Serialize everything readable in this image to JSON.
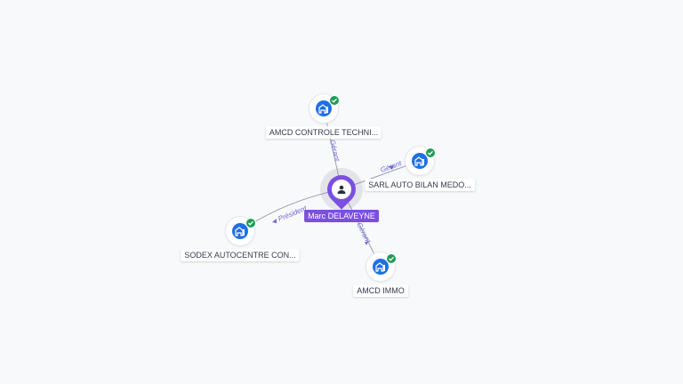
{
  "center": {
    "name": "Marc DELAVEYNE"
  },
  "companies": [
    {
      "id": "c1",
      "label": "AMCD CONTROLE TECHNI...",
      "relation": "Gérant"
    },
    {
      "id": "c2",
      "label": "SARL AUTO BILAN MEDO...",
      "relation": "Gérant"
    },
    {
      "id": "c3",
      "label": "SODEX AUTOCENTRE CON...",
      "relation": "Président"
    },
    {
      "id": "c4",
      "label": "AMCD IMMO",
      "relation": "Gérant"
    }
  ],
  "colors": {
    "person": "#7b4fe0",
    "company": "#1f6fe5",
    "verified": "#1f9d55",
    "relation_text": "#6f67d6"
  },
  "icons": {
    "person": "person-icon",
    "company": "building-icon",
    "verified": "check-icon"
  }
}
